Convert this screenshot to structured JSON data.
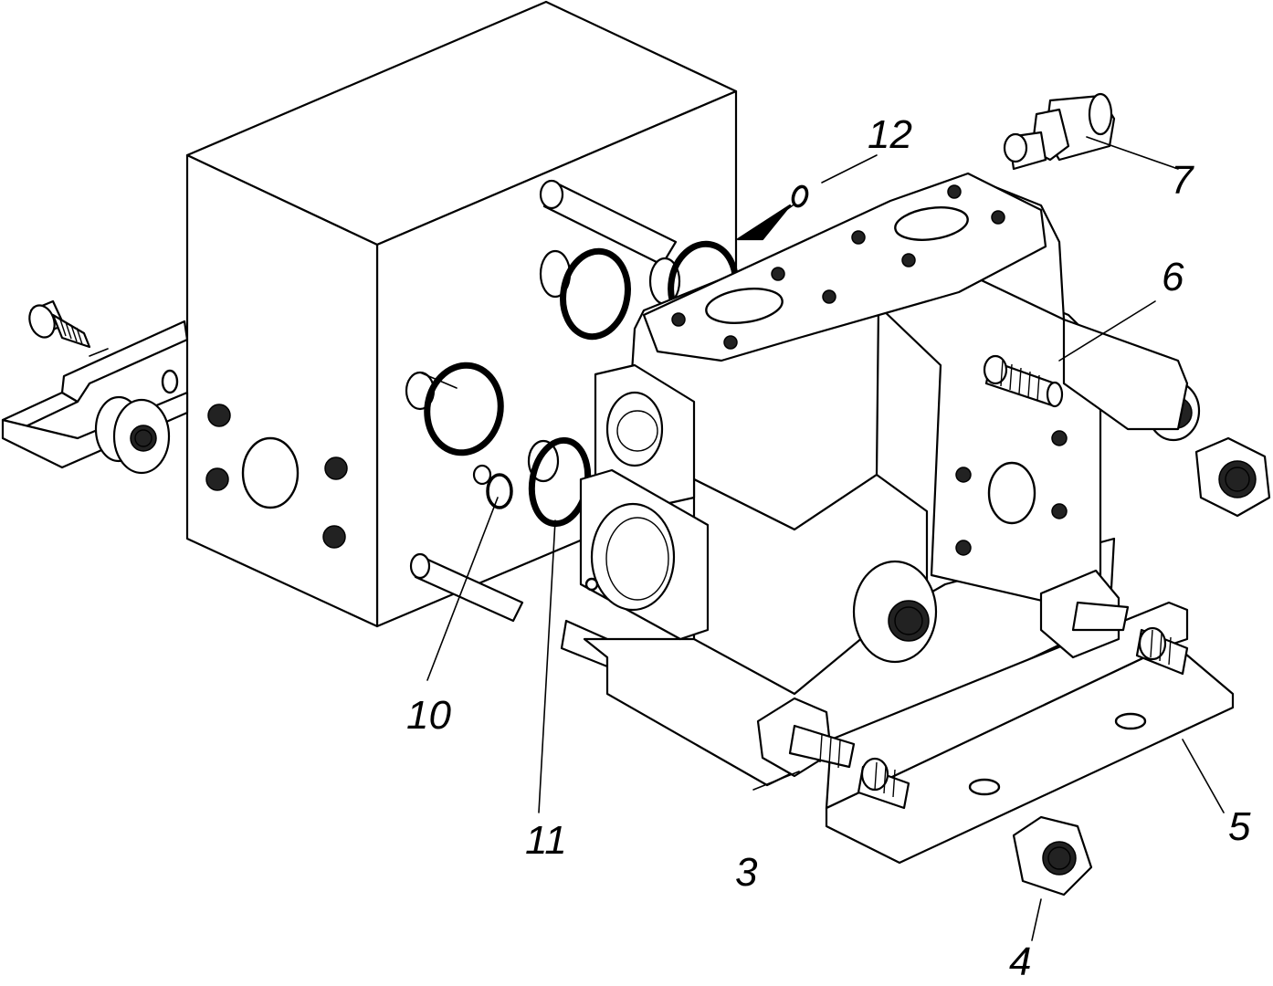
{
  "callouts": [
    {
      "id": "3",
      "label": "3"
    },
    {
      "id": "4",
      "label": "4"
    },
    {
      "id": "5",
      "label": "5"
    },
    {
      "id": "6",
      "label": "6"
    },
    {
      "id": "7",
      "label": "7"
    },
    {
      "id": "10",
      "label": "10"
    },
    {
      "id": "11",
      "label": "11"
    },
    {
      "id": "12",
      "label": "12"
    }
  ],
  "colors": {
    "line": "#000000",
    "background": "#ffffff"
  }
}
